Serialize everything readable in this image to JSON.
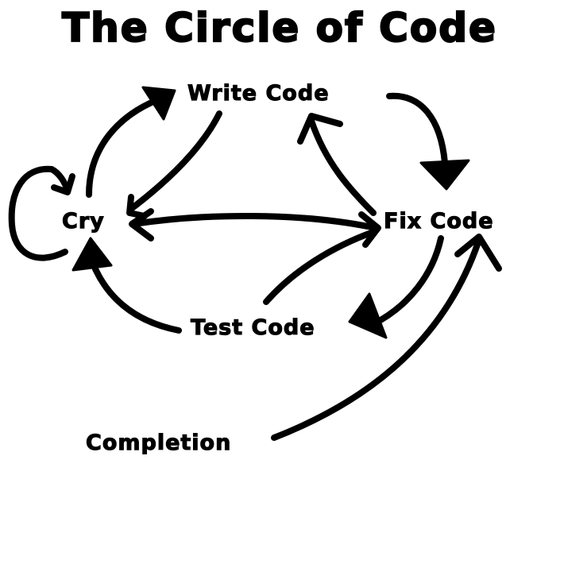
{
  "title": "The Circle of Code",
  "nodes": {
    "write_code": "Write Code",
    "fix_code": "Fix Code",
    "cry": "Cry",
    "test_code": "Test Code",
    "completion": "Completion"
  },
  "edges": [
    {
      "from": "Write Code",
      "to": "Fix Code"
    },
    {
      "from": "Fix Code",
      "to": "Write Code"
    },
    {
      "from": "Write Code",
      "to": "Cry"
    },
    {
      "from": "Cry",
      "to": "Write Code"
    },
    {
      "from": "Cry",
      "to": "Cry"
    },
    {
      "from": "Cry",
      "to": "Fix Code"
    },
    {
      "from": "Fix Code",
      "to": "Cry"
    },
    {
      "from": "Fix Code",
      "to": "Test Code"
    },
    {
      "from": "Test Code",
      "to": "Fix Code"
    },
    {
      "from": "Test Code",
      "to": "Cry"
    },
    {
      "from": "Completion",
      "to": "Fix Code"
    }
  ],
  "colors": {
    "ink": "#000000",
    "background": "#ffffff"
  }
}
